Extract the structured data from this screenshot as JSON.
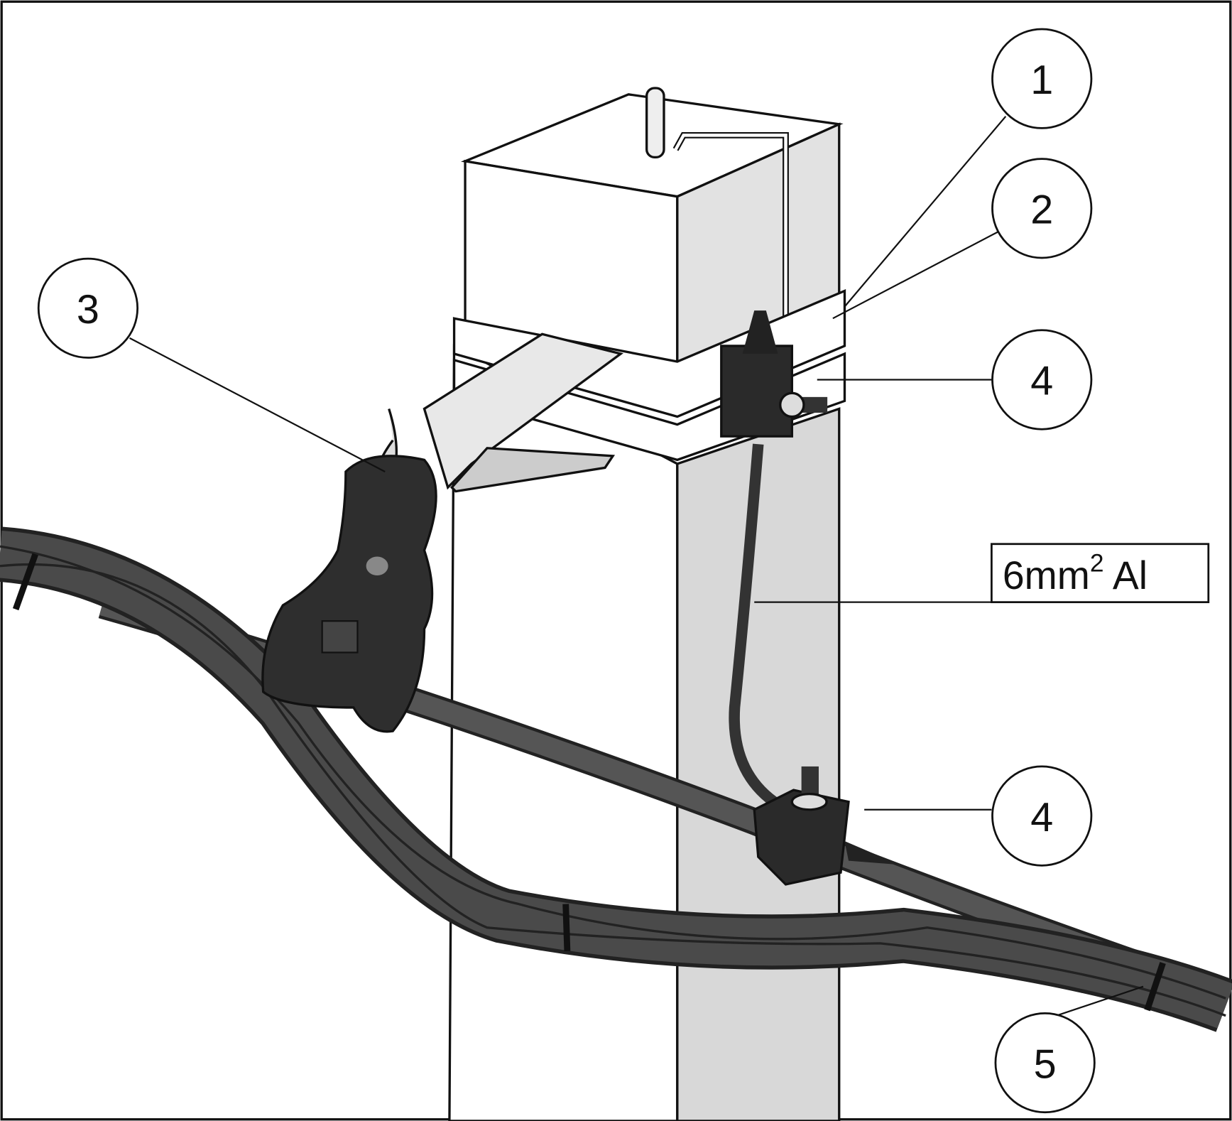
{
  "callouts": [
    {
      "id": "1",
      "label": "1"
    },
    {
      "id": "2",
      "label": "2"
    },
    {
      "id": "3",
      "label": "3"
    },
    {
      "id": "4a",
      "label": "4"
    },
    {
      "id": "4b",
      "label": "4"
    },
    {
      "id": "5",
      "label": "5"
    }
  ],
  "conductor_label": {
    "size": "6mm",
    "superscript": "2",
    "material": " Al"
  },
  "colors": {
    "line": "#111111",
    "cable": "#3a3a3a",
    "pole_shade": "#d8d8d8",
    "background": "#ffffff"
  }
}
